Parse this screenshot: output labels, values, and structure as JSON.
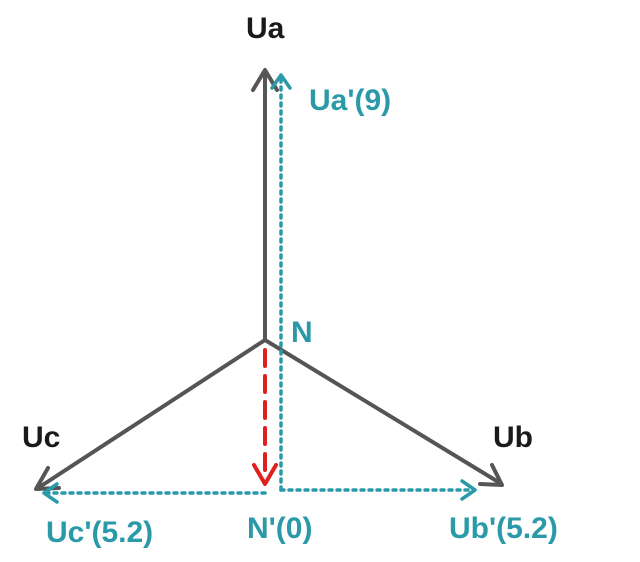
{
  "labels": {
    "ua": "Ua",
    "ub": "Ub",
    "uc": "Uc",
    "n": "N",
    "ua_prime": "Ua'(9)",
    "ub_prime": "Ub'(5.2)",
    "uc_prime": "Uc'(5.2)",
    "n_prime": "N'(0)"
  },
  "colors": {
    "phase_vectors": "#555555",
    "shifted_vectors": "#2a9aa8",
    "neutral_shift": "#e0201e",
    "label_dark": "#1a1a1a",
    "label_teal": "#2a9aa8"
  }
}
